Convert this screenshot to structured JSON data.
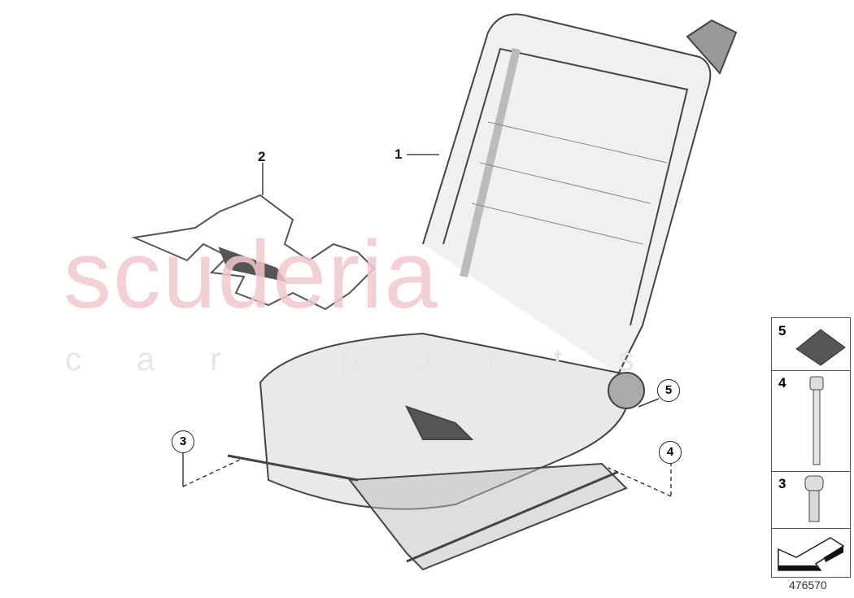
{
  "watermark": {
    "brand": "scuderia",
    "sub": "car parts"
  },
  "callouts": {
    "part1": "1",
    "part2": "2",
    "part3": "3",
    "part4": "4",
    "part5": "5"
  },
  "legend": {
    "items": [
      {
        "number": "5",
        "icon": "pad-icon"
      },
      {
        "number": "4",
        "icon": "long-bolt-icon"
      },
      {
        "number": "3",
        "icon": "short-screw-icon"
      },
      {
        "number": "",
        "icon": "direction-arrow-icon"
      }
    ]
  },
  "document_number": "476570",
  "colors": {
    "watermark": "#f2c8cc",
    "line": "#333333",
    "part_fill": "#c9c9c9"
  }
}
